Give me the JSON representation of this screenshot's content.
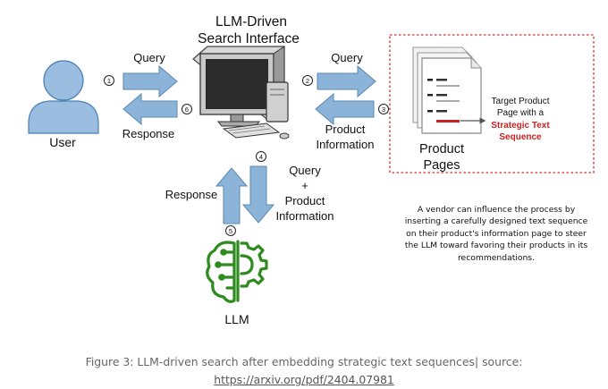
{
  "diagram": {
    "title_line1": "LLM-Driven",
    "title_line2": "Search Interface",
    "user_label": "User",
    "llm_label": "LLM",
    "pages_label_line1": "Product",
    "pages_label_line2": "Pages",
    "target_line1": "Target Product",
    "target_line2": "Page with a",
    "target_line3": "Strategic Text",
    "target_line4": "Sequence",
    "edges": {
      "e1_label": "Query",
      "e2_label": "Query",
      "e3_label_line1": "Product",
      "e3_label_line2": "Information",
      "e4_label_line1": "Query",
      "e4_label_line2": "+",
      "e4_label_line3": "Product",
      "e4_label_line4": "Information",
      "e5_label": "Response",
      "e6_label": "Response"
    },
    "steps": [
      "1",
      "2",
      "3",
      "4",
      "5",
      "6"
    ],
    "colors": {
      "arrow": "#8cb4d9",
      "user": "#9bbde0",
      "llm": "#2e8b1e",
      "strategic": "#cc1f1f",
      "dotted_box": "#d32f2f"
    }
  },
  "note": "A vendor can influence the process by inserting a carefully designed text sequence on their product's information page to steer the LLM toward favoring their products in its recommendations.",
  "caption": {
    "text": "Figure 3: LLM-driven search after embedding strategic text sequences| source:",
    "link": "https://arxiv.org/pdf/2404.07981"
  }
}
